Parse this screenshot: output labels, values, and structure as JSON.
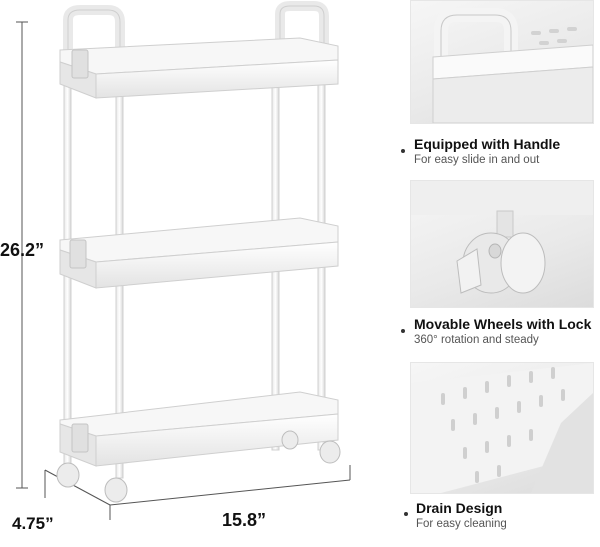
{
  "dimensions": {
    "height": "26.2”",
    "depth": "4.75”",
    "width": "15.8”"
  },
  "features": [
    {
      "title": "Equipped with Handle",
      "subtitle": "For easy slide in and out",
      "icon": "handle-closeup"
    },
    {
      "title": "Movable Wheels with Lock",
      "subtitle": "360° rotation and steady",
      "icon": "wheel-closeup"
    },
    {
      "title": "Drain Design",
      "subtitle": "For easy cleaning",
      "icon": "drain-closeup"
    }
  ],
  "colors": {
    "product": "#f4f4f4",
    "shade": "#d8d8d8",
    "line": "#7a7a7a"
  }
}
